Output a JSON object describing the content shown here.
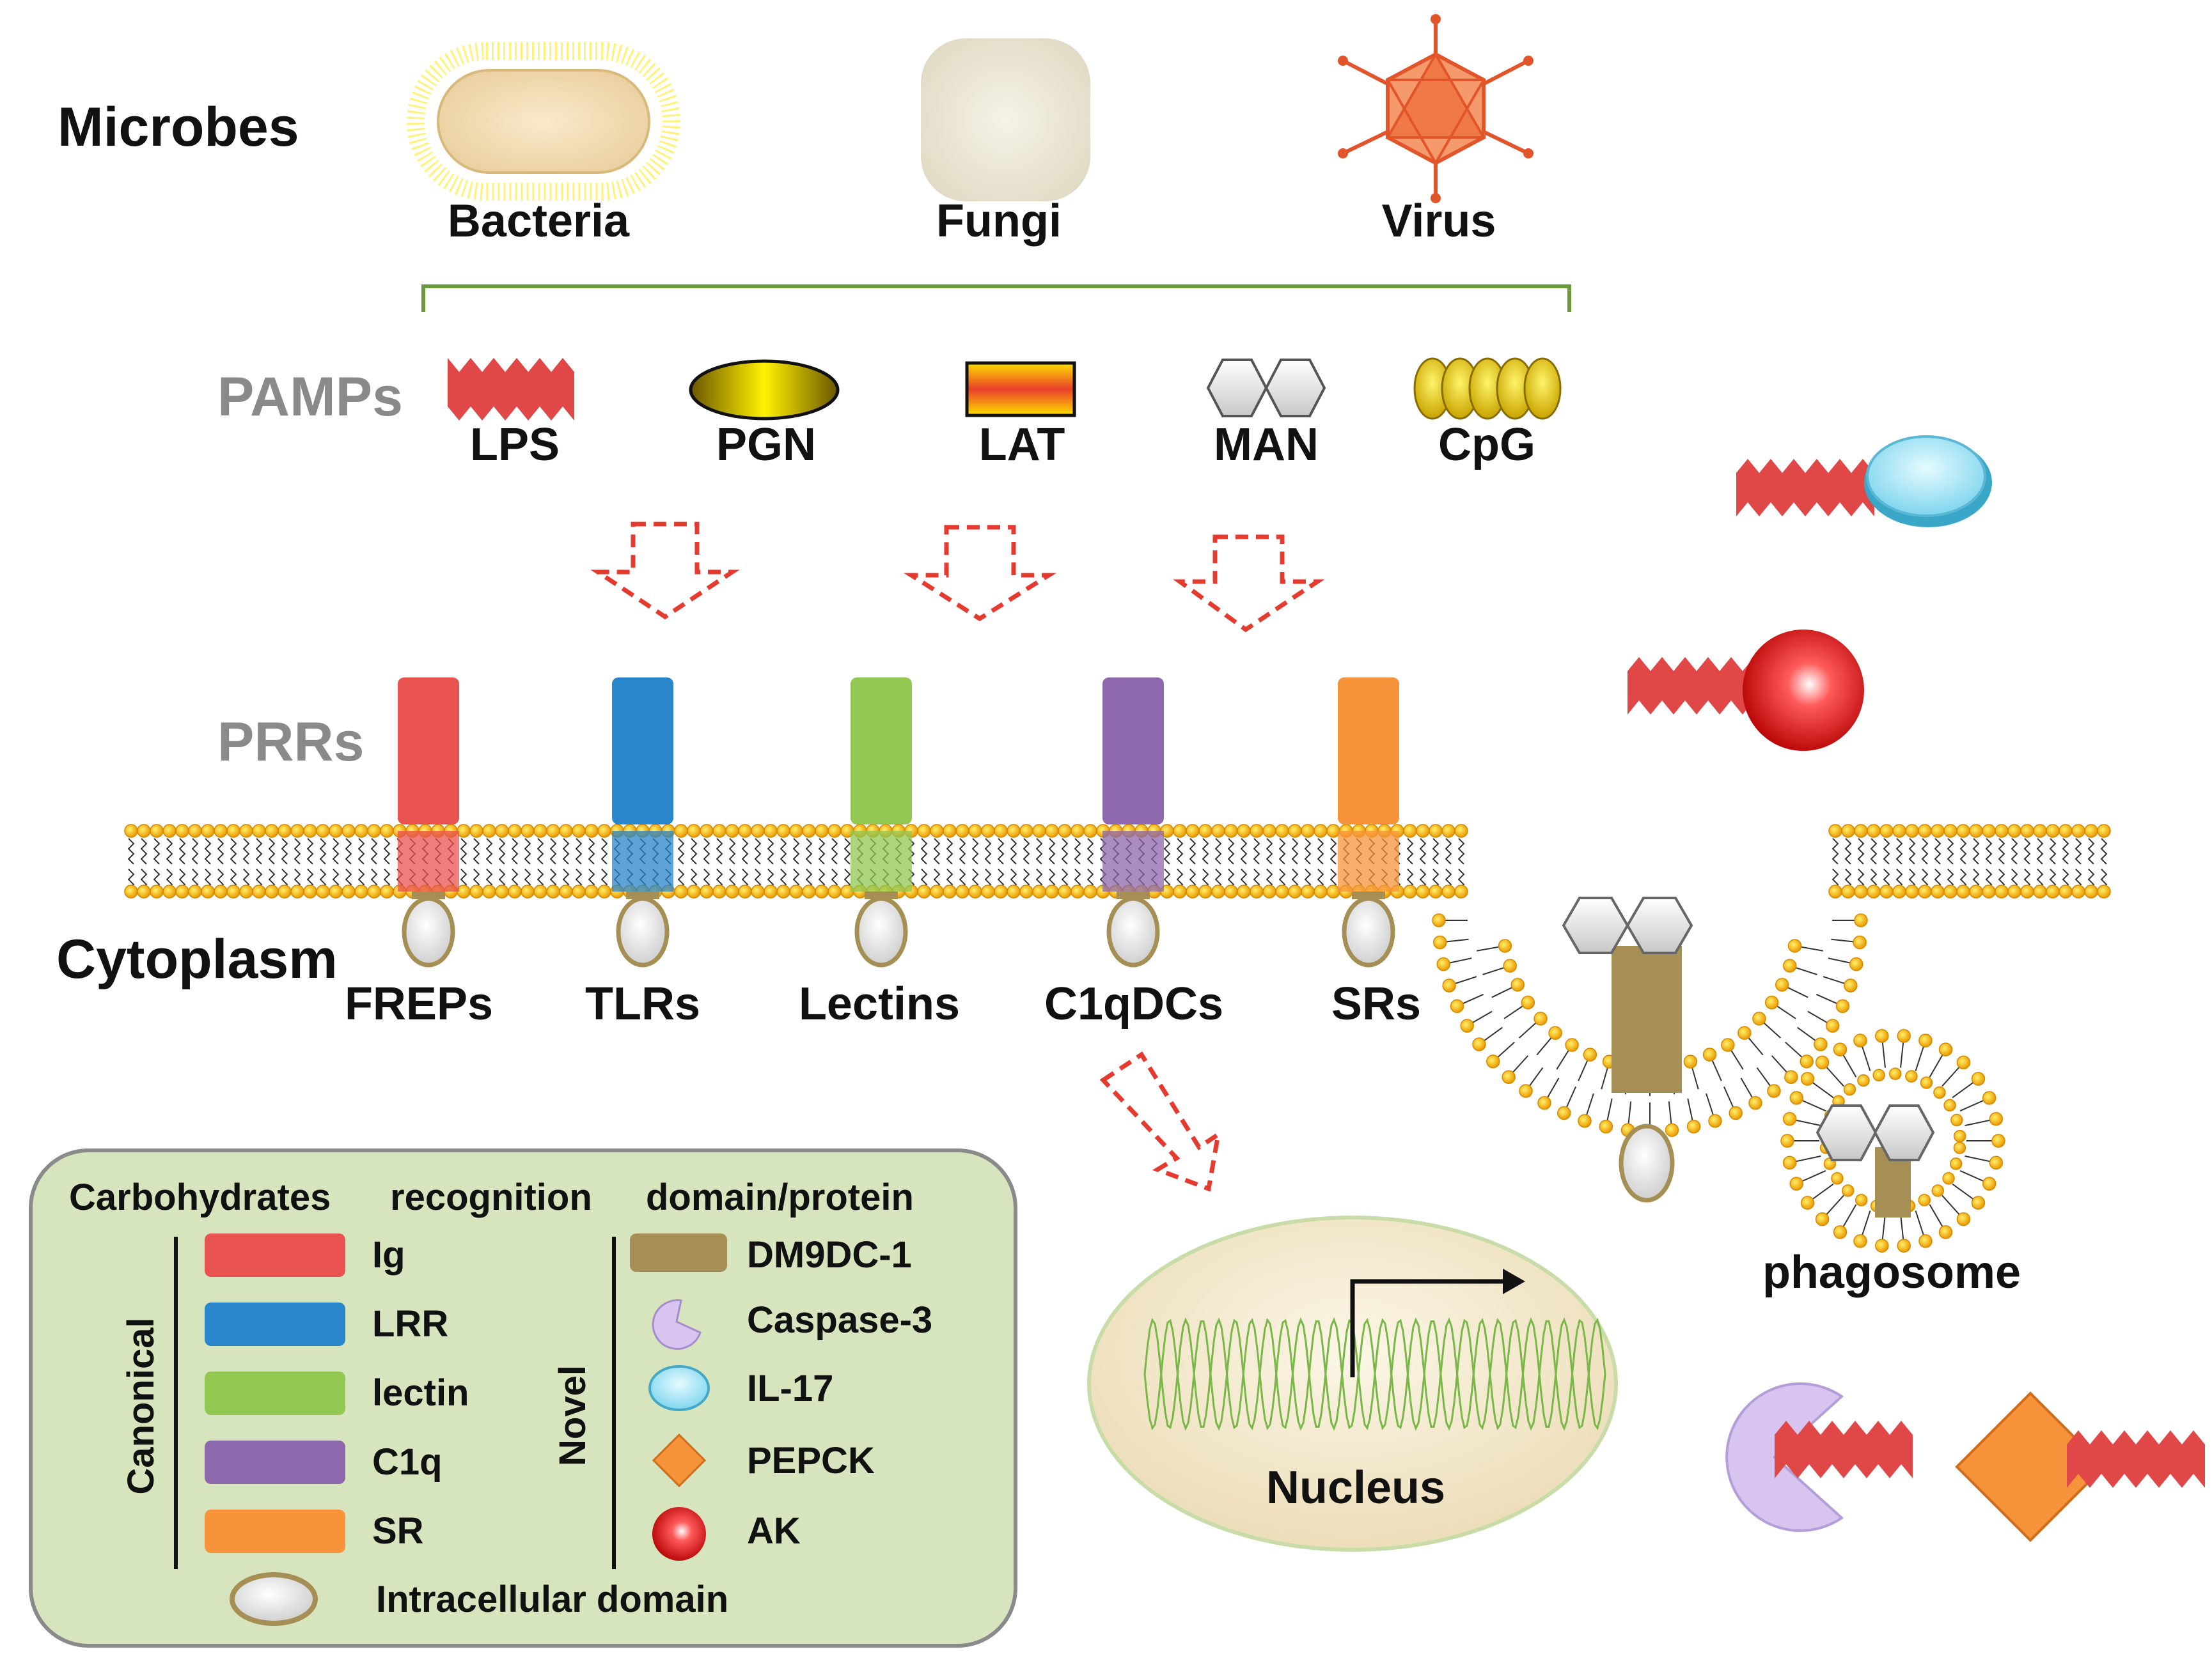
{
  "header": {
    "microbes_label": "Microbes",
    "pamps_label": "PAMPs",
    "prrs_label": "PRRs",
    "cytoplasm_label": "Cytoplasm"
  },
  "microbes": [
    "Bacteria",
    "Fungi",
    "Virus"
  ],
  "pamps": [
    "LPS",
    "PGN",
    "LAT",
    "MAN",
    "CpG"
  ],
  "receptors": [
    {
      "label": "FREPs",
      "color": "#e8524f"
    },
    {
      "label": "TLRs",
      "color": "#2a86cb"
    },
    {
      "label": "Lectins",
      "color": "#92c751"
    },
    {
      "label": "C1qDCs",
      "color": "#8d68ac"
    },
    {
      "label": "SRs",
      "color": "#f7943b"
    }
  ],
  "phagosome_label": "phagosome",
  "nucleus_label": "Nucleus",
  "legend": {
    "title": [
      "Carbohydrates",
      "recognition",
      "domain/protein"
    ],
    "canonical_label": "Canonical",
    "novel_label": "Novel",
    "canonical": [
      {
        "label": "Ig",
        "color": "#e8524f"
      },
      {
        "label": "LRR",
        "color": "#2a86cb"
      },
      {
        "label": "lectin",
        "color": "#92c751"
      },
      {
        "label": "C1q",
        "color": "#8d68ac"
      },
      {
        "label": "SR",
        "color": "#f7943b"
      }
    ],
    "novel": [
      "DM9DC-1",
      "Caspase-3",
      "IL-17",
      "PEPCK",
      "AK"
    ],
    "intracellular_label": "Intracellular domain"
  },
  "colors": {
    "dm9dc1": "#a58f55",
    "membrane_head": "#f4b41a",
    "arrow": "#e53b2f",
    "legend_bg": "#d6e5bd",
    "bracket": "#6a9a3a"
  }
}
